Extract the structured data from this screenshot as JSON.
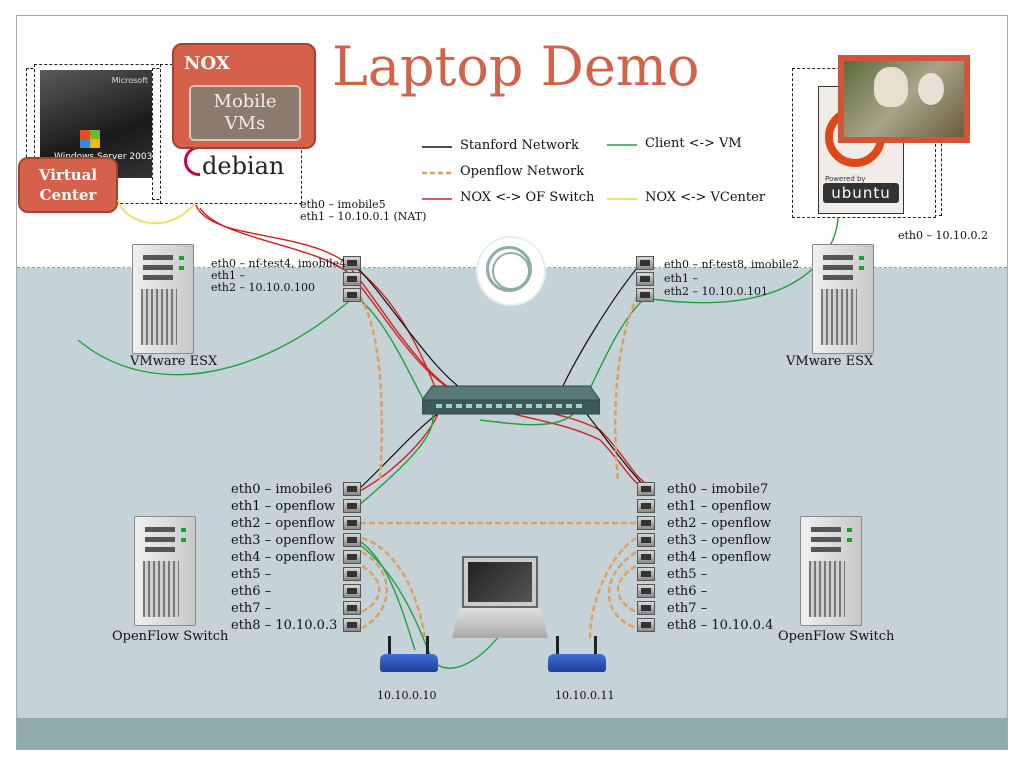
{
  "title": "Laptop Demo",
  "nox": {
    "label": "NOX",
    "mobile_vms": "Mobile VMs"
  },
  "virtual_center": "Virtual Center",
  "debian": "debian",
  "windows": {
    "brand": "Microsoft",
    "product": "Windows Server 2003"
  },
  "ubuntu": {
    "powered_by": "Powered by",
    "name": "ubuntu"
  },
  "laptop_host": {
    "eth0": "eth0 – imobile5",
    "eth1": "eth1 –  10.10.0.1 (NAT)"
  },
  "right_host": {
    "eth0": "eth0 – 10.10.0.2"
  },
  "legend": [
    {
      "label": "Stanford Network",
      "color": "#111111",
      "style": "solid"
    },
    {
      "label": "Openflow Network",
      "color": "#d9a060",
      "style": "dashed"
    },
    {
      "label": "NOX <-> OF Switch",
      "color": "#d42020",
      "style": "solid"
    },
    {
      "label": "Client <-> VM",
      "color": "#20a040",
      "style": "solid"
    },
    {
      "label": "NOX <-> VCenter",
      "color": "#f0e070",
      "style": "solid"
    }
  ],
  "esx_left": {
    "label": "VMware ESX",
    "ports": [
      "eth0 –  nf-test4, imobile4",
      "eth1 –",
      "eth2 –  10.10.0.100"
    ]
  },
  "esx_right": {
    "label": "VMware ESX",
    "ports": [
      "eth0 – nf-test8, imobile2",
      "eth1 –",
      "eth2 –  10.10.0.101"
    ]
  },
  "of_left": {
    "label": "OpenFlow Switch",
    "ports": [
      "eth0 – imobile6",
      "eth1 – openflow",
      "eth2 – openflow",
      "eth3 – openflow",
      "eth4 – openflow",
      "eth5 –",
      "eth6 –",
      "eth7 –",
      "eth8 – 10.10.0.3"
    ]
  },
  "of_right": {
    "label": "OpenFlow Switch",
    "ports": [
      "eth0 – imobile7",
      "eth1 – openflow",
      "eth2 – openflow",
      "eth3 – openflow",
      "eth4 – openflow",
      "eth5 –",
      "eth6 –",
      "eth7 –",
      "eth8 – 10.10.0.4"
    ]
  },
  "routers": [
    "10.10.0.10",
    "10.10.0.11"
  ]
}
